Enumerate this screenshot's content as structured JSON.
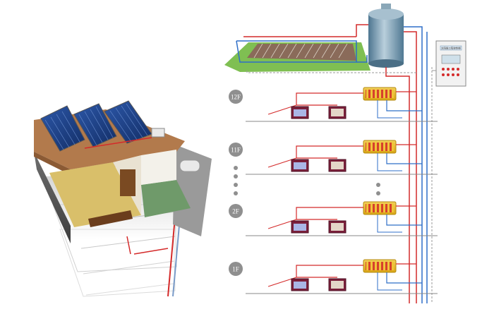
{
  "diagram": {
    "floors": [
      {
        "label": "12F"
      },
      {
        "label": "11F"
      },
      {
        "label": "2F"
      },
      {
        "label": "1F"
      }
    ],
    "control_panel": {
      "title": "太阳能工程控制柜"
    },
    "colors": {
      "hot_pipe": "#d42a2a",
      "cold_pipe": "#2f6fc8",
      "floor_line": "#8a8a8a",
      "badge": "#8f8f8f",
      "tank": "#6e93ad",
      "collector": "#1d3f86",
      "grass": "#7fbf52",
      "roof_tile": "#b27a4c",
      "heater": "#e8b820"
    },
    "icons": {
      "bathtub": "bathtub-icon",
      "wash_basin": "wash-basin-icon",
      "water_heater": "water-heater-icon",
      "storage_tank": "storage-tank-icon",
      "solar_collector": "solar-collector-icon"
    }
  }
}
